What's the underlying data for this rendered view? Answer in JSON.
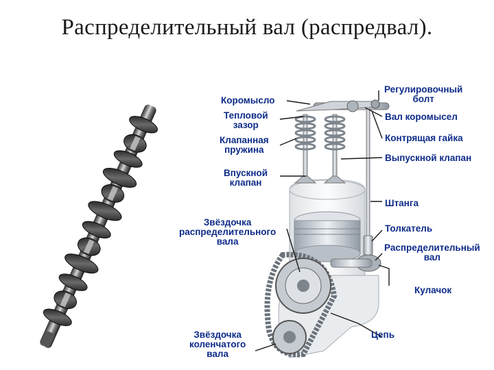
{
  "slide": {
    "title": "Распределительный вал (распредвал)."
  },
  "camshaft_photo": {
    "description_icon": "camshaft-photo"
  },
  "engine_diagram": {
    "labels": [
      {
        "id": "rocker-arm",
        "lines": [
          "Коромысло"
        ]
      },
      {
        "id": "thermal-gap",
        "lines": [
          "Тепловой",
          "зазор"
        ]
      },
      {
        "id": "valve-spring",
        "lines": [
          "Клапанная",
          "пружина"
        ]
      },
      {
        "id": "intake-valve",
        "lines": [
          "Впускной",
          "клапан"
        ]
      },
      {
        "id": "camshaft-sprocket",
        "lines": [
          "Звёздочка",
          "распределительного",
          "вала"
        ]
      },
      {
        "id": "crankshaft-sprocket",
        "lines": [
          "Звёздочка",
          "коленчатого",
          "вала"
        ]
      },
      {
        "id": "adjusting-bolt",
        "lines": [
          "Регулировочный",
          "болт"
        ]
      },
      {
        "id": "rocker-shaft",
        "lines": [
          "Вал коромысел"
        ]
      },
      {
        "id": "lock-nut",
        "lines": [
          "Контрящая гайка"
        ]
      },
      {
        "id": "exhaust-valve",
        "lines": [
          "Выпускной клапан"
        ]
      },
      {
        "id": "pushrod",
        "lines": [
          "Штанга"
        ]
      },
      {
        "id": "tappet",
        "lines": [
          "Толкатель"
        ]
      },
      {
        "id": "camshaft",
        "lines": [
          "Распределительный",
          "вал"
        ]
      },
      {
        "id": "cam",
        "lines": [
          "Кулачок"
        ]
      },
      {
        "id": "chain",
        "lines": [
          "Цепь"
        ]
      }
    ],
    "label_color": "#0d2b88",
    "line_color": "#1a1a1a"
  }
}
